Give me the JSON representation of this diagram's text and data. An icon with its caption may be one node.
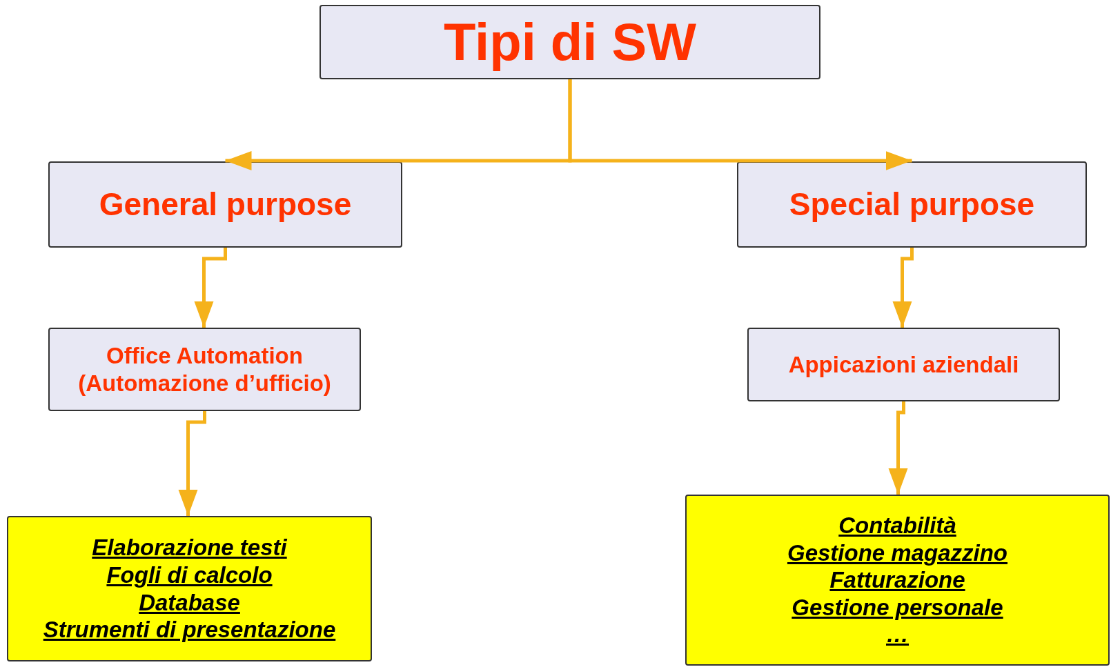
{
  "diagram": {
    "nodes": [
      {
        "text": [
          "Tipi di SW"
        ]
      },
      {
        "text": [
          "General purpose"
        ]
      },
      {
        "text": [
          "Special purpose"
        ]
      },
      {
        "text": [
          "Office Automation (Automazione d’ufficio)"
        ]
      },
      {
        "text": [
          "Appicazioni aziendali"
        ]
      },
      {
        "text": [
          "Elaborazione testi",
          "Fogli di calcolo",
          "Database",
          "Strumenti di presentazione"
        ]
      },
      {
        "text": [
          "Contabilità",
          "Gestione magazzino",
          "Fatturazione",
          "Gestione personale",
          "…"
        ]
      }
    ],
    "edges": [
      {
        "from": 0,
        "to": 1,
        "arrow": "to"
      },
      {
        "from": 0,
        "to": 2,
        "arrow": "to"
      },
      {
        "from": 1,
        "to": 3,
        "arrow": "to"
      },
      {
        "from": 2,
        "to": 4,
        "arrow": "to"
      },
      {
        "from": 3,
        "to": 5,
        "arrow": "to"
      },
      {
        "from": 4,
        "to": 6,
        "arrow": "to"
      }
    ]
  }
}
